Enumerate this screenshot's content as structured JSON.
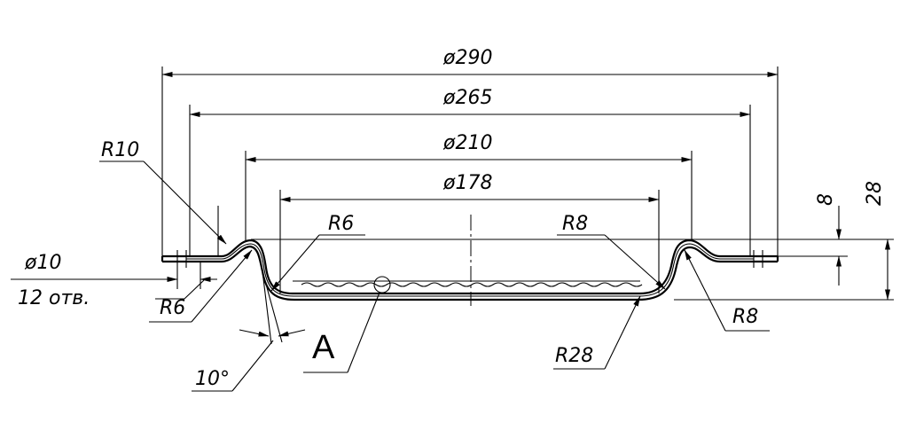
{
  "dimensions": {
    "d290": "ø290",
    "d265": "ø265",
    "d210": "ø210",
    "d178": "ø178",
    "d10": "ø10",
    "holes": "12 отв.",
    "h8": "8",
    "h28": "28",
    "angle": "10°"
  },
  "radii": {
    "r10": "R10",
    "r6_top": "R6",
    "r6_bottom": "R6",
    "r8_top": "R8",
    "r8_bottom": "R8",
    "r28": "R28"
  },
  "detail": {
    "view_label": "A"
  }
}
